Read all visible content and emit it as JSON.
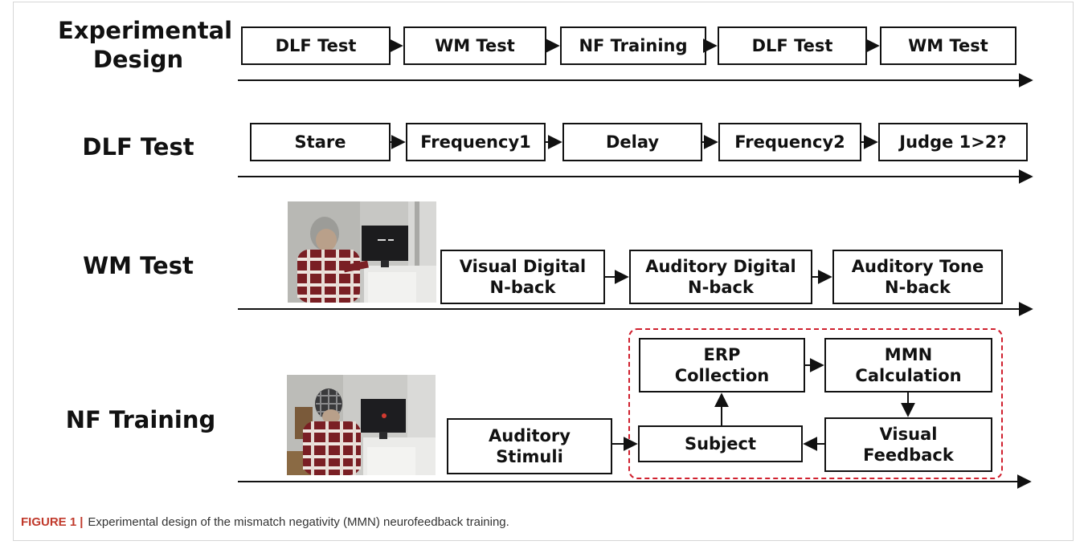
{
  "rows": {
    "experimental": {
      "label_line1": "Experimental",
      "label_line2": "Design"
    },
    "dlf": {
      "label": "DLF Test"
    },
    "wm": {
      "label": "WM Test"
    },
    "nf": {
      "label": "NF Training"
    }
  },
  "experimental_steps": [
    "DLF Test",
    "WM Test",
    "NF Training",
    "DLF Test",
    "WM Test"
  ],
  "dlf_steps": [
    "Stare",
    "Frequency1",
    "Delay",
    "Frequency2",
    "Judge 1>2?"
  ],
  "wm_steps": [
    {
      "line1": "Visual Digital",
      "line2": "N-back"
    },
    {
      "line1": "Auditory Digital",
      "line2": "N-back"
    },
    {
      "line1": "Auditory Tone",
      "line2": "N-back"
    }
  ],
  "nf_steps": {
    "stimuli": {
      "line1": "Auditory",
      "line2": "Stimuli"
    },
    "erp": {
      "line1": "ERP",
      "line2": "Collection"
    },
    "mmn": {
      "line1": "MMN",
      "line2": "Calculation"
    },
    "subject": {
      "line1": "Subject"
    },
    "feedback": {
      "line1": "Visual",
      "line2": "Feedback"
    }
  },
  "caption": {
    "figure": "FIGURE 1",
    "separator": "|",
    "text": "Experimental design of the mismatch negativity (MMN) neurofeedback training."
  },
  "colors": {
    "stroke": "#111111",
    "loop_border": "#d0202e",
    "caption_figure": "#c0392b"
  }
}
